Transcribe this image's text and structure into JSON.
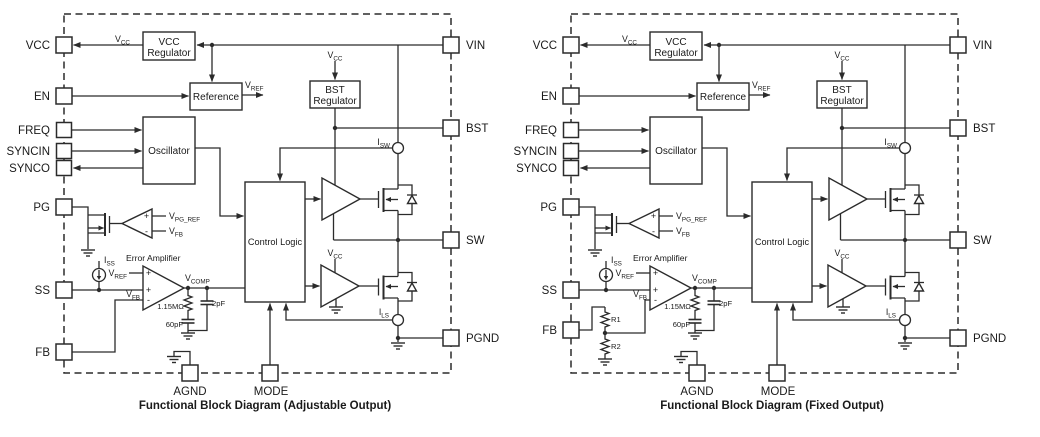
{
  "captions": {
    "adjustable": "Functional Block Diagram (Adjustable Output)",
    "fixed": "Functional Block Diagram (Fixed Output)"
  },
  "pins": {
    "vcc": "VCC",
    "en": "EN",
    "freq": "FREQ",
    "syncin": "SYNCIN",
    "synco": "SYNCO",
    "pg": "PG",
    "ss": "SS",
    "fb": "FB",
    "vin": "VIN",
    "bst": "BST",
    "sw": "SW",
    "pgnd": "PGND",
    "agnd": "AGND",
    "mode": "MODE"
  },
  "blocks": {
    "vcc_regulator_line1": "VCC",
    "vcc_regulator_line2": "Regulator",
    "reference": "Reference",
    "oscillator": "Oscillator",
    "bst_regulator_line1": "BST",
    "bst_regulator_line2": "Regulator",
    "control_logic": "Control Logic",
    "error_amplifier": "Error Amplifier"
  },
  "signals": {
    "v": "V",
    "i": "I",
    "sub_cc": "CC",
    "sub_ref": "REF",
    "sub_pg_ref": "PG_REF",
    "sub_fb": "FB",
    "sub_comp": "COMP",
    "sub_ss": "SS",
    "sub_sw": "SW",
    "sub_ls": "LS",
    "plus": "+",
    "minus": "-"
  },
  "components": {
    "comp_resistor": "1.15MΩ",
    "comp_cap_parallel": "2pF",
    "comp_cap_series": "60pF",
    "divider_r1": "R1",
    "divider_r2": "R2"
  },
  "colors": {
    "line": "#2b2b2b",
    "text": "#1a1a1a",
    "background": "#ffffff"
  }
}
